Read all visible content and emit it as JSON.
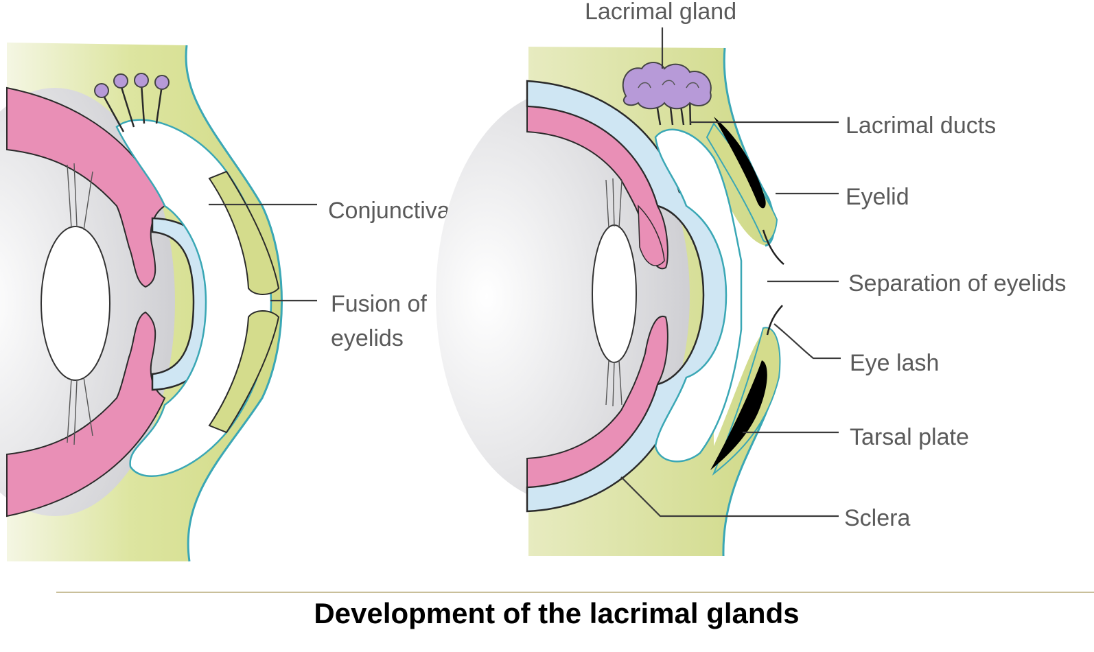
{
  "left_diagram": {
    "labels": {
      "conjunctival_sac": "Conjunctival sac",
      "fusion_line1": "Fusion of",
      "fusion_line2": "eyelids"
    }
  },
  "right_diagram": {
    "labels": {
      "lacrimal_gland": "Lacrimal gland",
      "lacrimal_ducts": "Lacrimal ducts",
      "eyelid": "Eyelid",
      "separation": "Separation of eyelids",
      "eye_lash": "Eye lash",
      "tarsal_plate": "Tarsal plate",
      "sclera": "Sclera"
    }
  },
  "caption": "Development of the lacrimal glands",
  "colors": {
    "mesenchyme": "#d4dc8c",
    "pink_layer": "#e98fb6",
    "sclera_blue": "#cfe6f3",
    "gland_purple": "#b79ad8",
    "outline_teal": "#3aa7b5"
  }
}
